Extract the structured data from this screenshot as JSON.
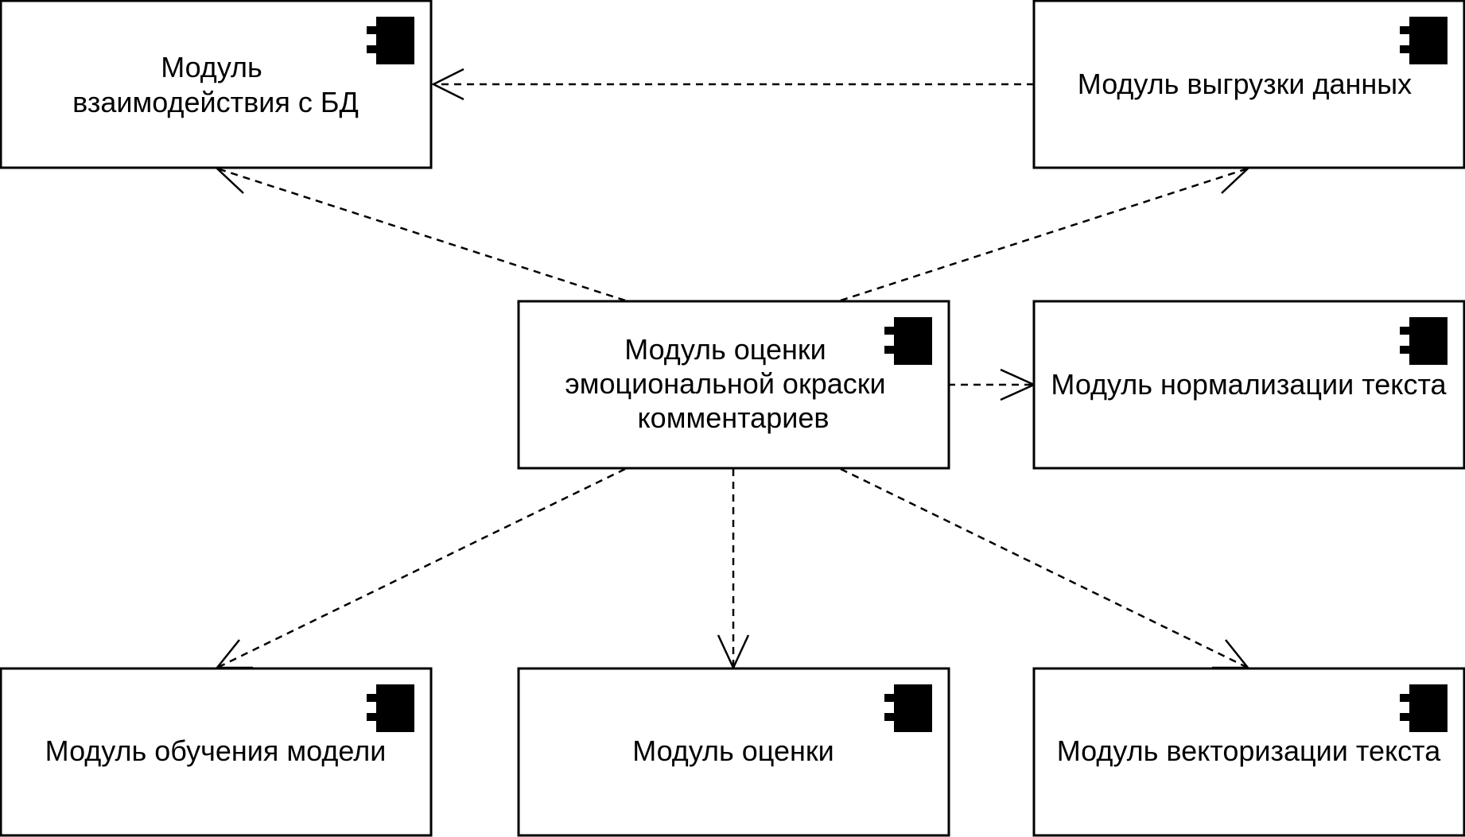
{
  "diagram": {
    "nodes": {
      "db": {
        "lines": [
          "Модуль",
          "взаимодействия с БД"
        ]
      },
      "export": {
        "lines": [
          "Модуль выгрузки данных"
        ]
      },
      "sentiment": {
        "lines": [
          "Модуль оценки",
          "эмоциональной окраски",
          "комментариев"
        ]
      },
      "normalize": {
        "lines": [
          "Модуль нормализации текста"
        ]
      },
      "train": {
        "lines": [
          "Модуль обучения модели"
        ]
      },
      "score": {
        "lines": [
          "Модуль оценки"
        ]
      },
      "vectorize": {
        "lines": [
          "Модуль векторизации текста"
        ]
      }
    }
  }
}
